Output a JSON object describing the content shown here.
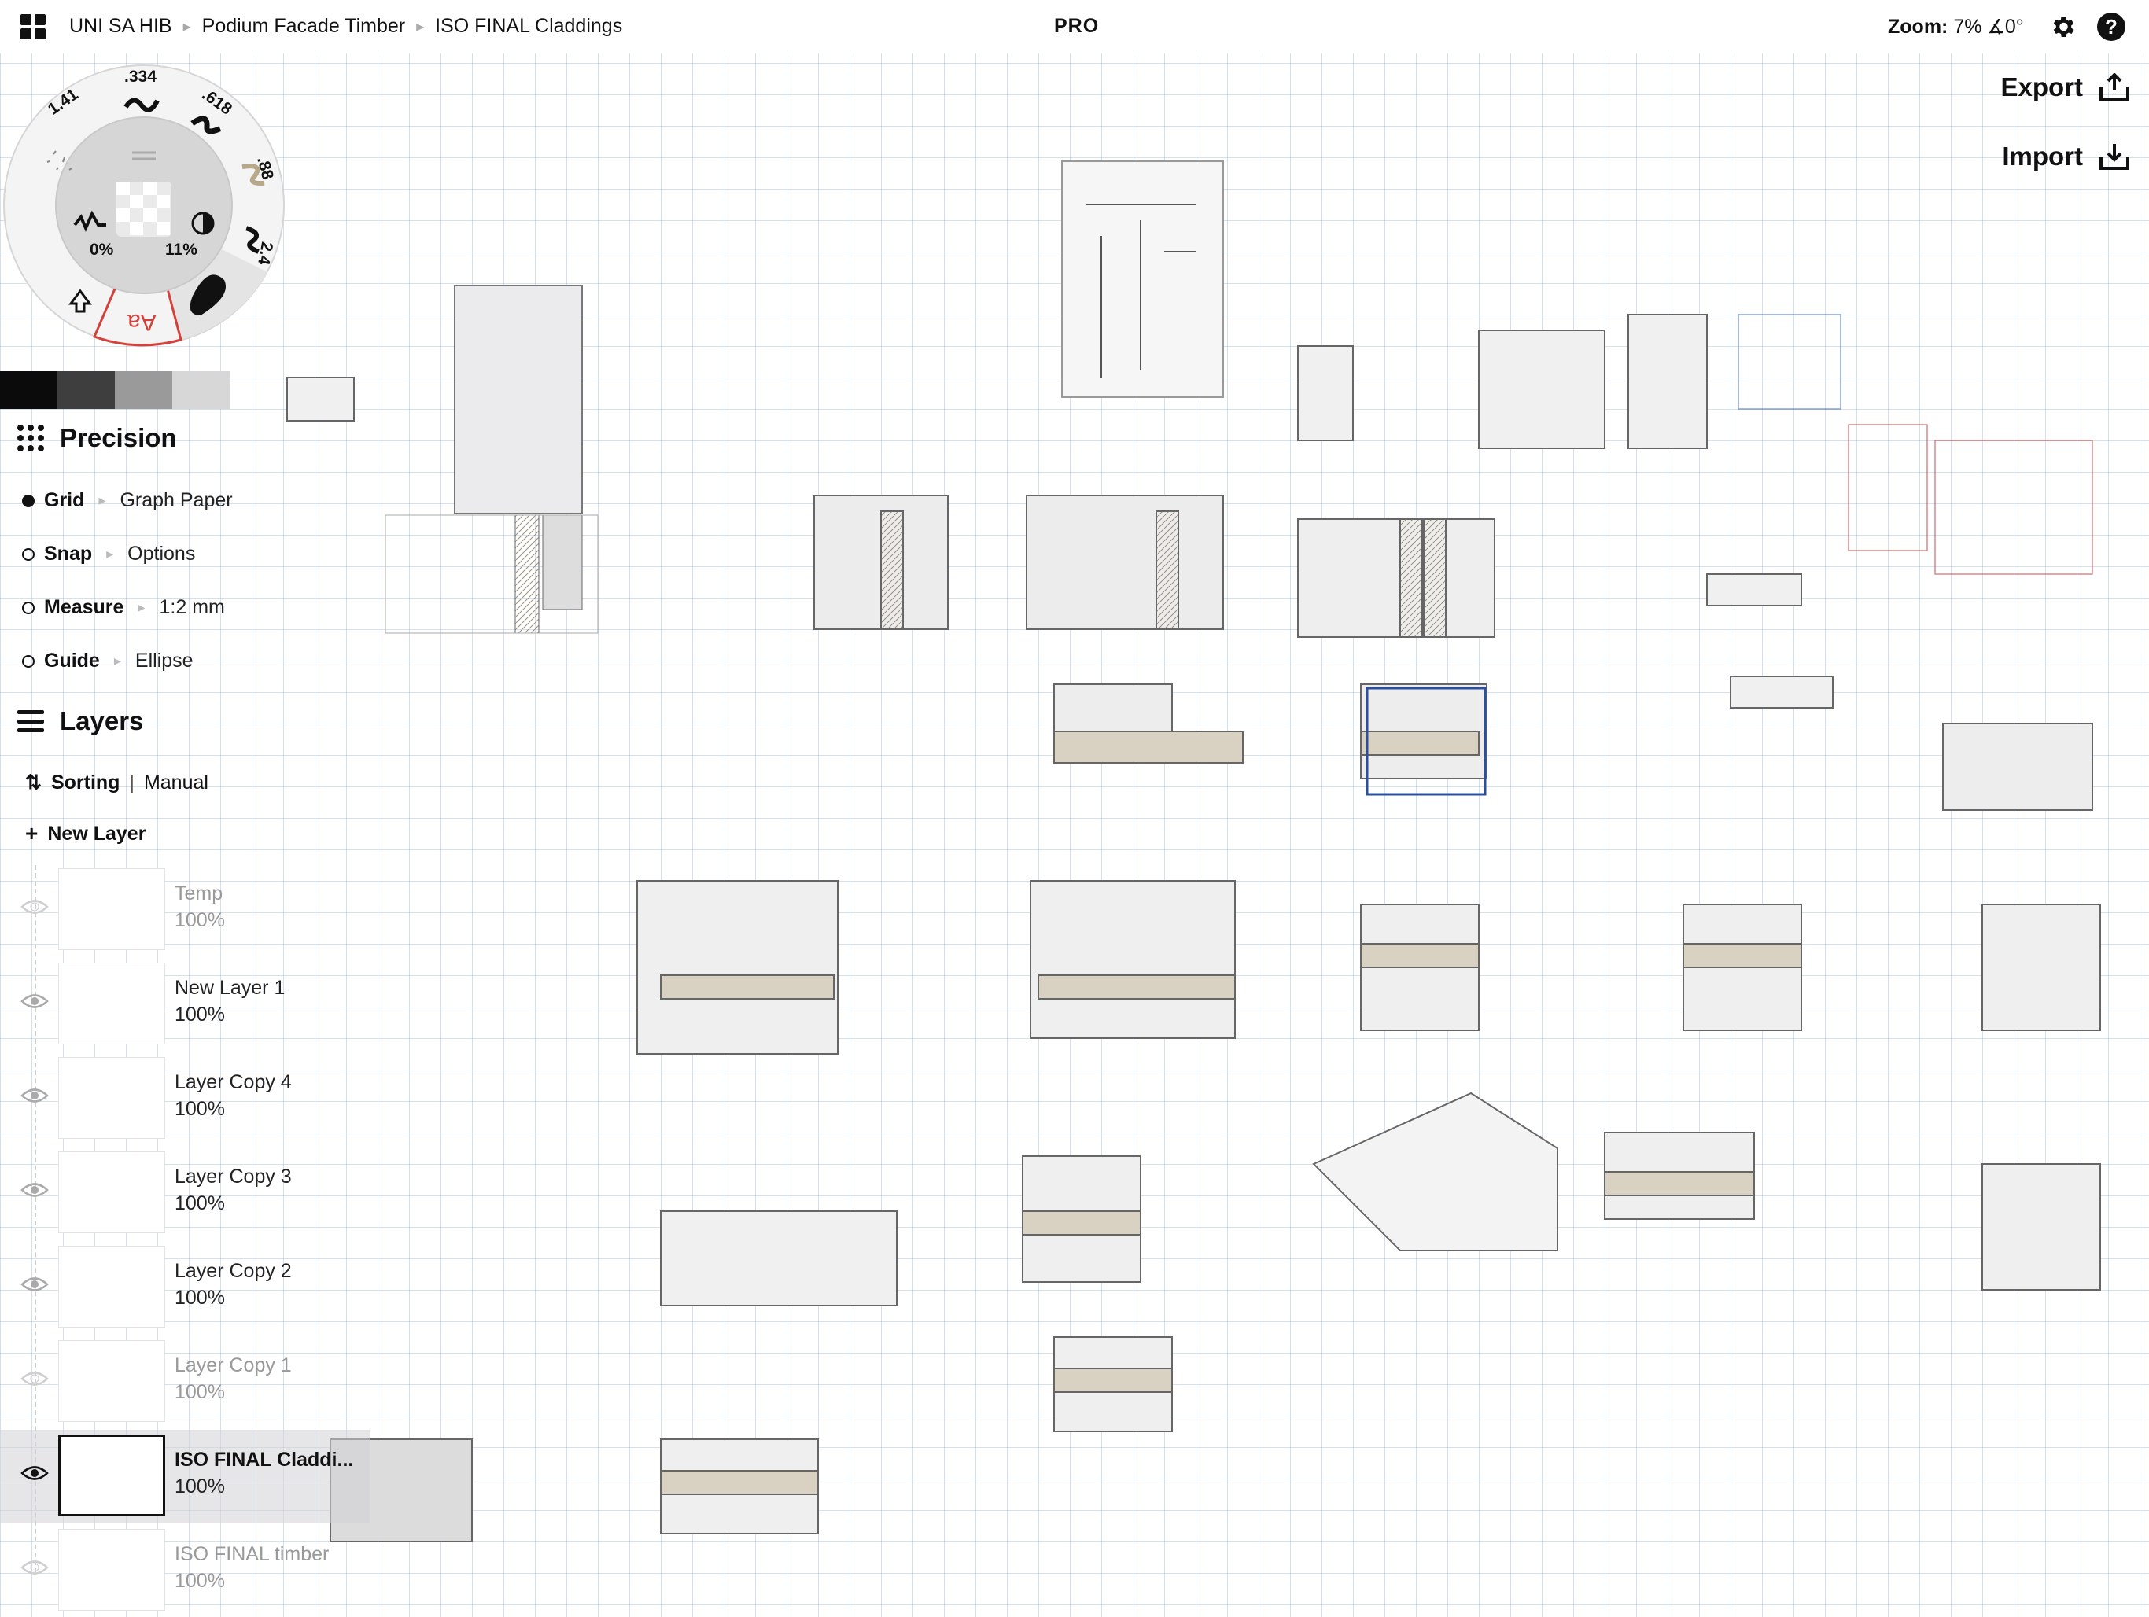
{
  "breadcrumb": [
    "UNI SA HIB",
    "Podium Facade Timber",
    "ISO FINAL Claddings"
  ],
  "plan": "PRO",
  "zoom": {
    "label": "Zoom:",
    "value": "7%",
    "angle": "∡0°"
  },
  "actions": {
    "export": "Export",
    "import": "Import"
  },
  "brush_wheel": {
    "sizes": [
      ".334",
      ".618",
      ".88",
      "2.4",
      "1.41"
    ],
    "opacity": "0%",
    "smoothing": "11%",
    "text_tool": "Aa"
  },
  "palette": [
    "#0b0b0b",
    "#3e3e3e",
    "#9a9a9a",
    "#d7d7d7"
  ],
  "precision": {
    "title": "Precision",
    "rows": [
      {
        "label": "Grid",
        "value": "Graph Paper",
        "on": true
      },
      {
        "label": "Snap",
        "value": "Options",
        "on": false
      },
      {
        "label": "Measure",
        "value": "1:2 mm",
        "on": false
      },
      {
        "label": "Guide",
        "value": "Ellipse",
        "on": false
      }
    ]
  },
  "layers": {
    "title": "Layers",
    "sorting_label": "Sorting",
    "sorting_value": "Manual",
    "new_layer": "New Layer",
    "items": [
      {
        "name": "Temp",
        "opacity": "100%",
        "visible": false
      },
      {
        "name": "New Layer 1",
        "opacity": "100%",
        "visible": true
      },
      {
        "name": "Layer Copy 4",
        "opacity": "100%",
        "visible": true
      },
      {
        "name": "Layer Copy 3",
        "opacity": "100%",
        "visible": true
      },
      {
        "name": "Layer Copy 2",
        "opacity": "100%",
        "visible": true
      },
      {
        "name": "Layer Copy 1",
        "opacity": "100%",
        "visible": false
      },
      {
        "name": "ISO FINAL Claddi...",
        "opacity": "100%",
        "visible": true,
        "active": true
      },
      {
        "name": "ISO FINAL timber",
        "opacity": "100%",
        "visible": false
      }
    ]
  }
}
